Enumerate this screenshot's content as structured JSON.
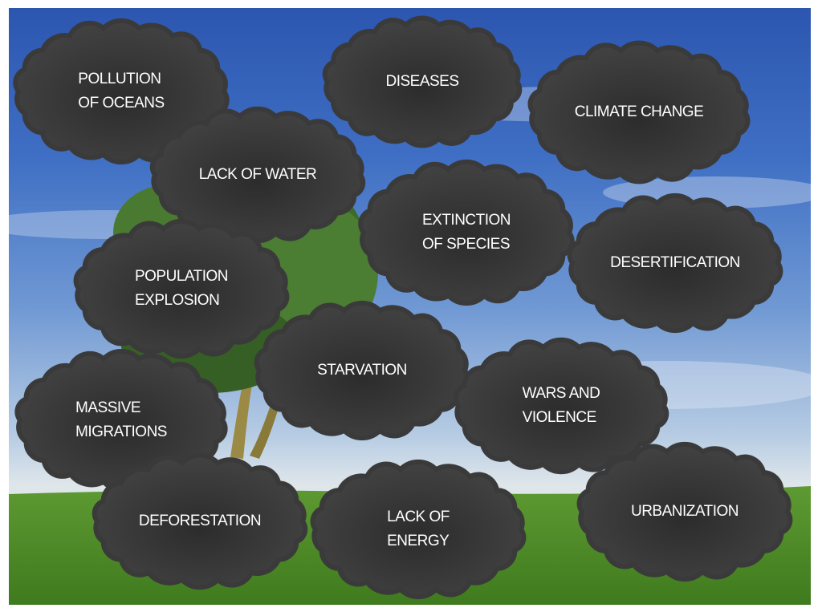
{
  "clouds": [
    {
      "id": "pollution-of-oceans",
      "lines": [
        "POLLUTION",
        "OF OCEANS"
      ]
    },
    {
      "id": "diseases",
      "lines": [
        "DISEASES"
      ]
    },
    {
      "id": "climate-change",
      "lines": [
        "CLIMATE CHANGE"
      ]
    },
    {
      "id": "lack-of-water",
      "lines": [
        "LACK OF WATER"
      ]
    },
    {
      "id": "extinction-of-species",
      "lines": [
        "EXTINCTION",
        "OF SPECIES"
      ]
    },
    {
      "id": "desertification",
      "lines": [
        "DESERTIFICATION"
      ]
    },
    {
      "id": "population-explosion",
      "lines": [
        "POPULATION",
        "EXPLOSION"
      ]
    },
    {
      "id": "starvation",
      "lines": [
        "STARVATION"
      ]
    },
    {
      "id": "wars-and-violence",
      "lines": [
        "WARS AND",
        "VIOLENCE"
      ]
    },
    {
      "id": "massive-migrations",
      "lines": [
        "MASSIVE",
        "MIGRATIONS"
      ]
    },
    {
      "id": "deforestation",
      "lines": [
        "DEFORESTATION"
      ]
    },
    {
      "id": "lack-of-energy",
      "lines": [
        "LACK OF",
        "ENERGY"
      ]
    },
    {
      "id": "urbanization",
      "lines": [
        "URBANIZATION"
      ]
    }
  ],
  "colors": {
    "cloud": "#3a3a3a",
    "cloud_center": "#2c2c2c",
    "label": "#ffffff",
    "sky_top": "#2c56b0",
    "sky_bottom": "#dfe6ea",
    "grass": "#4f8a28",
    "tree": "#3d6b2a",
    "trunk": "#8a7a3a"
  }
}
